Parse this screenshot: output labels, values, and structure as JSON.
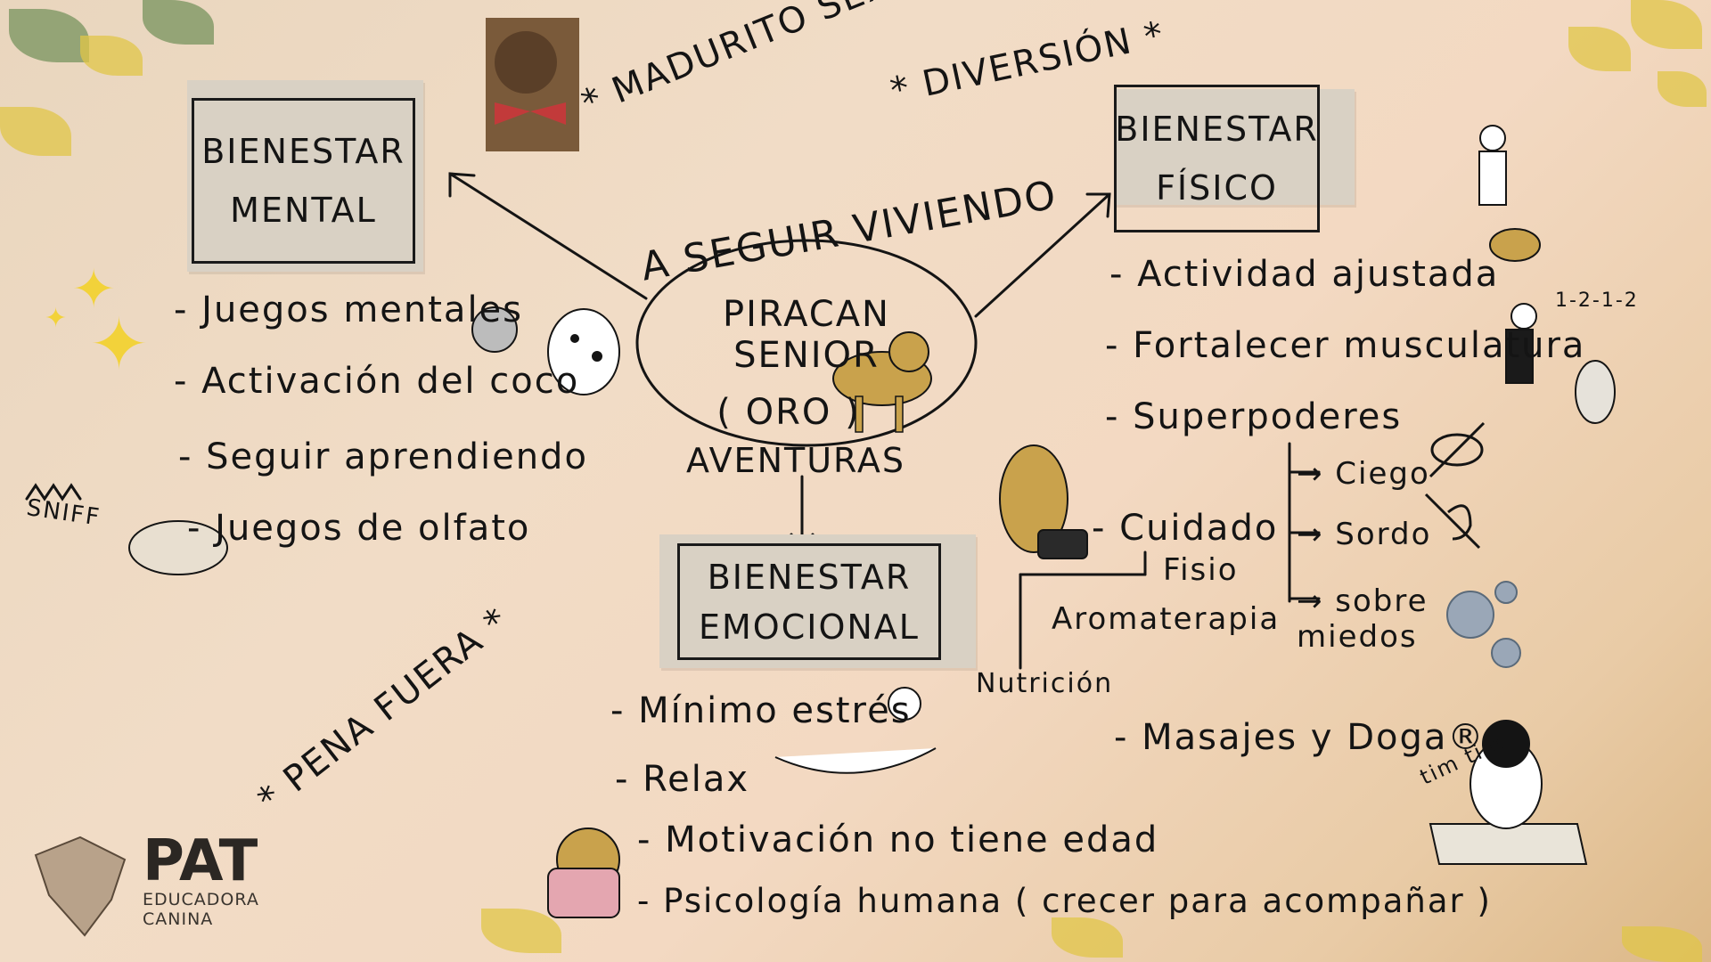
{
  "center": {
    "line1": "PIRACAN SENIOR",
    "line2": "( ORO )"
  },
  "arc_text": "A SEGUIR VIVIENDO",
  "aventuras": "AVENTURAS",
  "annotations": {
    "maduro": "* MADURITO SEXY *",
    "diversion": "* DIVERSIÓN *",
    "pena": "* PENA FUERA *"
  },
  "mental": {
    "title": [
      "BIENESTAR",
      "MENTAL"
    ],
    "items": [
      "- Juegos mentales",
      "- Activación del coco",
      "- Seguir aprendiendo",
      "- Juegos de olfato"
    ],
    "sniff": "SNIFF"
  },
  "fisico": {
    "title": [
      "BIENESTAR",
      "FÍSICO"
    ],
    "items": [
      "- Actividad ajustada",
      "- Fortalecer musculatura",
      "- Superpoderes"
    ],
    "superpoderes": [
      "→ Ciego",
      "→ Sordo",
      "→ sobre miedos"
    ],
    "count": "1-2-1-2",
    "cuidado": "- Cuidado",
    "fisio": "Fisio",
    "aroma": "Aromaterapia",
    "nutricion": "Nutrición",
    "masajes": "- Masajes y Doga®",
    "tim": "tim tim"
  },
  "emocional": {
    "title": [
      "BIENESTAR",
      "EMOCIONAL"
    ],
    "items": [
      "- Mínimo estrés",
      "- Relax",
      "- Motivación no tiene edad",
      "- Psicología humana ( crecer para acompañar )"
    ]
  },
  "logo": {
    "name": "PAT",
    "line1": "EDUCADORA",
    "line2": "CANINA"
  },
  "colors": {
    "ink": "#141414",
    "paper": "#d9d1c4",
    "dog": "#c9a24c",
    "accent": "#c23a3a"
  }
}
